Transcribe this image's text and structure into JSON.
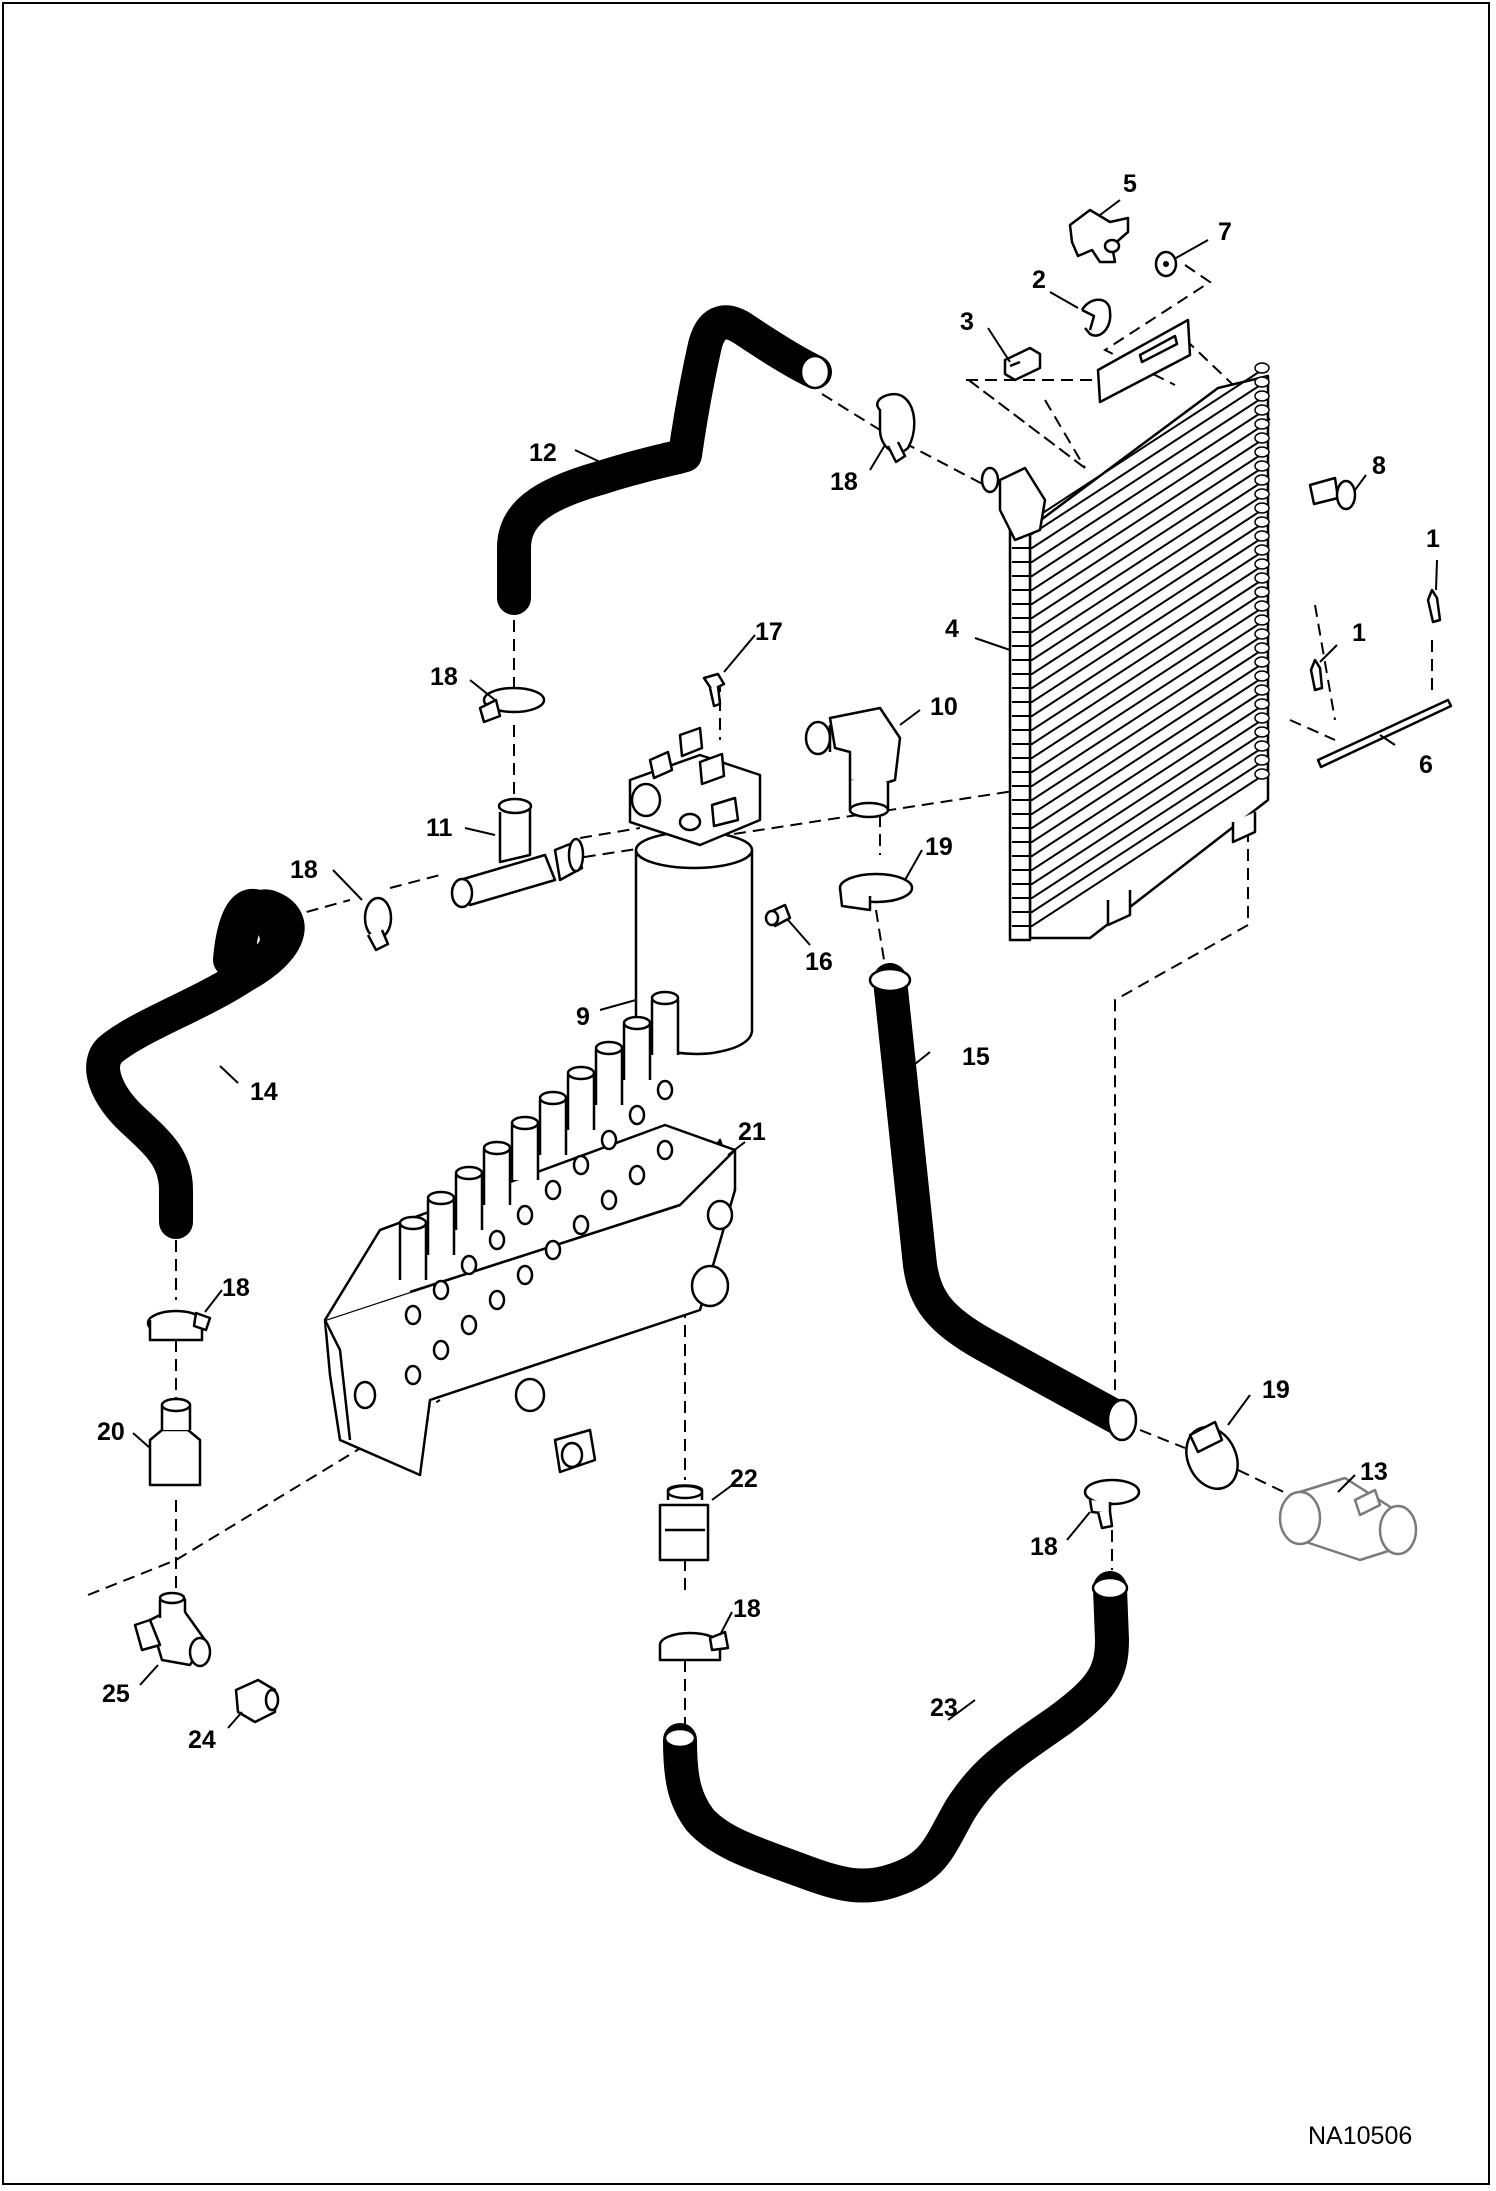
{
  "document_id": "NA10506",
  "callouts": [
    {
      "label": "1"
    },
    {
      "label": "1"
    },
    {
      "label": "2"
    },
    {
      "label": "3"
    },
    {
      "label": "4"
    },
    {
      "label": "5"
    },
    {
      "label": "6"
    },
    {
      "label": "7"
    },
    {
      "label": "8"
    },
    {
      "label": "9"
    },
    {
      "label": "10"
    },
    {
      "label": "11"
    },
    {
      "label": "12"
    },
    {
      "label": "13"
    },
    {
      "label": "14"
    },
    {
      "label": "15"
    },
    {
      "label": "16"
    },
    {
      "label": "17"
    },
    {
      "label": "18"
    },
    {
      "label": "18"
    },
    {
      "label": "18"
    },
    {
      "label": "18"
    },
    {
      "label": "18"
    },
    {
      "label": "18"
    },
    {
      "label": "19"
    },
    {
      "label": "19"
    },
    {
      "label": "20"
    },
    {
      "label": "21"
    },
    {
      "label": "22"
    },
    {
      "label": "23"
    },
    {
      "label": "24"
    },
    {
      "label": "25"
    }
  ]
}
